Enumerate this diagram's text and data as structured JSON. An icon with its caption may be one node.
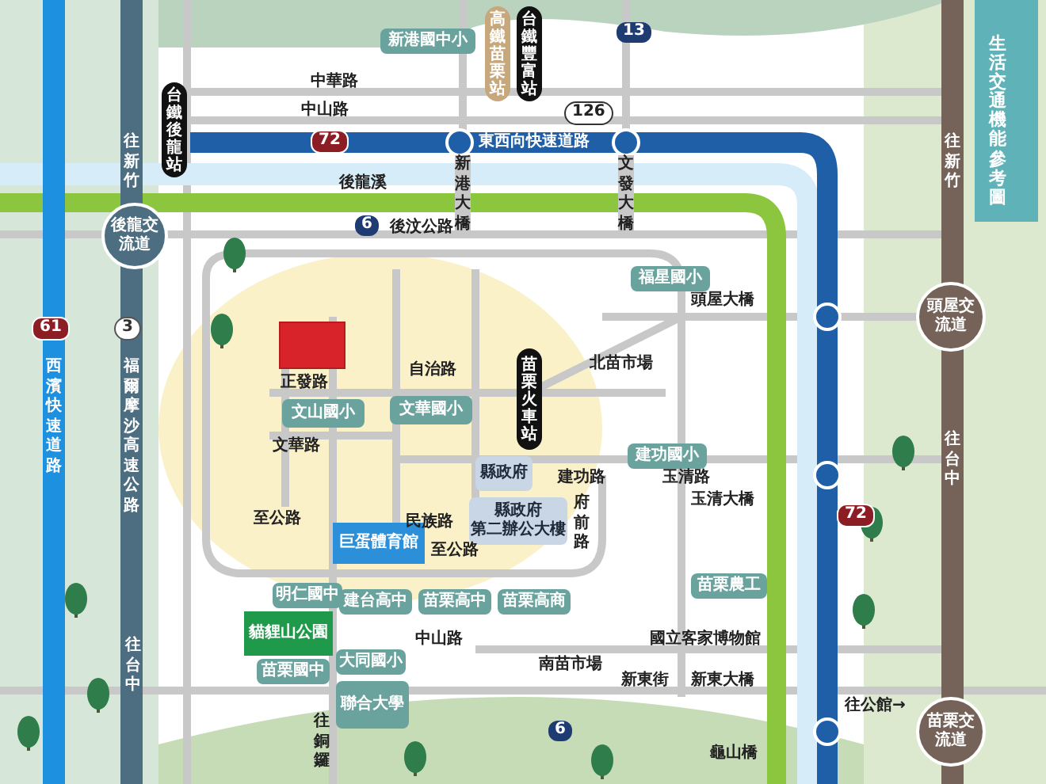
{
  "diagram": {
    "title": "生活交通機能參考圖",
    "nodes": [
      {
        "text": [
          "新港國中小"
        ]
      },
      {
        "text": [
          "高鐵苗栗站"
        ]
      },
      {
        "text": [
          "台鐵豐富站"
        ]
      },
      {
        "text": [
          "台鐵後龍站"
        ]
      },
      {
        "text": [
          "後龍交流道"
        ]
      },
      {
        "text": [],
        "shape": "box"
      },
      {
        "text": [
          "福星國小"
        ]
      },
      {
        "text": [
          "文山國小"
        ]
      },
      {
        "text": [
          "文華國小"
        ]
      },
      {
        "text": [
          "苗栗火車站"
        ]
      },
      {
        "text": [
          "建功國小"
        ]
      },
      {
        "text": [
          "縣政府"
        ]
      },
      {
        "text": [
          "縣政府",
          "第二辦公大樓"
        ]
      },
      {
        "text": [
          "巨蛋體育館"
        ]
      },
      {
        "text": [
          "明仁國中"
        ]
      },
      {
        "text": [
          "貓貍山公園"
        ]
      },
      {
        "text": [
          "苗栗國中"
        ]
      },
      {
        "text": [
          "大同國小"
        ]
      },
      {
        "text": [
          "聯合大學"
        ]
      },
      {
        "text": [
          "建台高中"
        ]
      },
      {
        "text": [
          "苗栗高中"
        ]
      },
      {
        "text": [
          "苗栗高商"
        ]
      },
      {
        "text": [
          "苗栗農工"
        ]
      },
      {
        "text": [
          "頭屋交流道"
        ]
      },
      {
        "text": [
          "苗栗交流道"
        ]
      }
    ],
    "labels": [
      "13",
      "中華路",
      "中山路",
      "126",
      "往新竹",
      "72",
      "東西向快速道路",
      "往新竹",
      "新港大橋",
      "文發大橋",
      "後龍溪",
      "6",
      "後汶公路",
      "頭屋大橋",
      "61",
      "3",
      "西濱快速道路",
      "福爾摩沙高速公路",
      "自治路",
      "北苗市場",
      "正發路",
      "文華路",
      "往台中",
      "建功路",
      "玉清路",
      "玉清大橋",
      "府前路",
      "72",
      "至公路",
      "民族路",
      "至公路",
      "中山路",
      "往台中",
      "南苗市場",
      "國立客家博物館",
      "新東街",
      "新東大橋",
      "往公館→",
      "往銅鑼",
      "6",
      "龜山橋"
    ]
  }
}
